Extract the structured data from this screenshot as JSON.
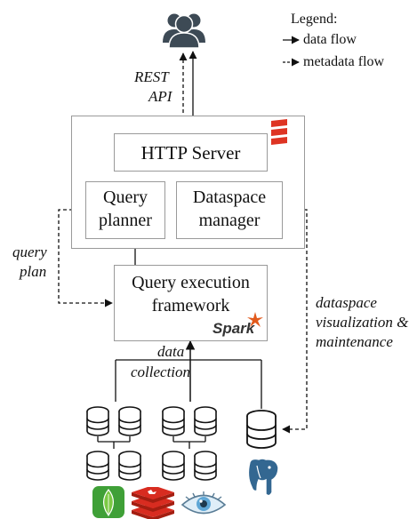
{
  "legend": {
    "title": "Legend:",
    "data_flow": "data flow",
    "metadata_flow": "metadata flow"
  },
  "labels": {
    "rest_api_line1": "REST",
    "rest_api_line2": "API",
    "query_plan_line1": "query",
    "query_plan_line2": "plan",
    "data_collection_line1": "data",
    "data_collection_line2": "collection",
    "dataspace_line1": "dataspace",
    "dataspace_line2": "visualization &",
    "dataspace_line3": "maintenance"
  },
  "boxes": {
    "http_server": "HTTP Server",
    "query_planner_line1": "Query",
    "query_planner_line2": "planner",
    "dataspace_manager_line1": "Dataspace",
    "dataspace_manager_line2": "manager",
    "query_exec_line1": "Query execution",
    "query_exec_line2": "framework",
    "spark_logo": "Spark"
  },
  "colors": {
    "user_icon": "#3d4a55",
    "scala_red": "#de3423",
    "spark_orange": "#e25a1c",
    "mongo_green": "#3fa037",
    "redis_red": "#d82c20",
    "postgres_blue": "#336791"
  },
  "icons": [
    "user-group-icon",
    "scala-logo-icon",
    "spark-logo-icon",
    "database-icon",
    "mongodb-logo-icon",
    "redis-logo-icon",
    "eye-logo-icon",
    "postgresql-logo-icon"
  ]
}
